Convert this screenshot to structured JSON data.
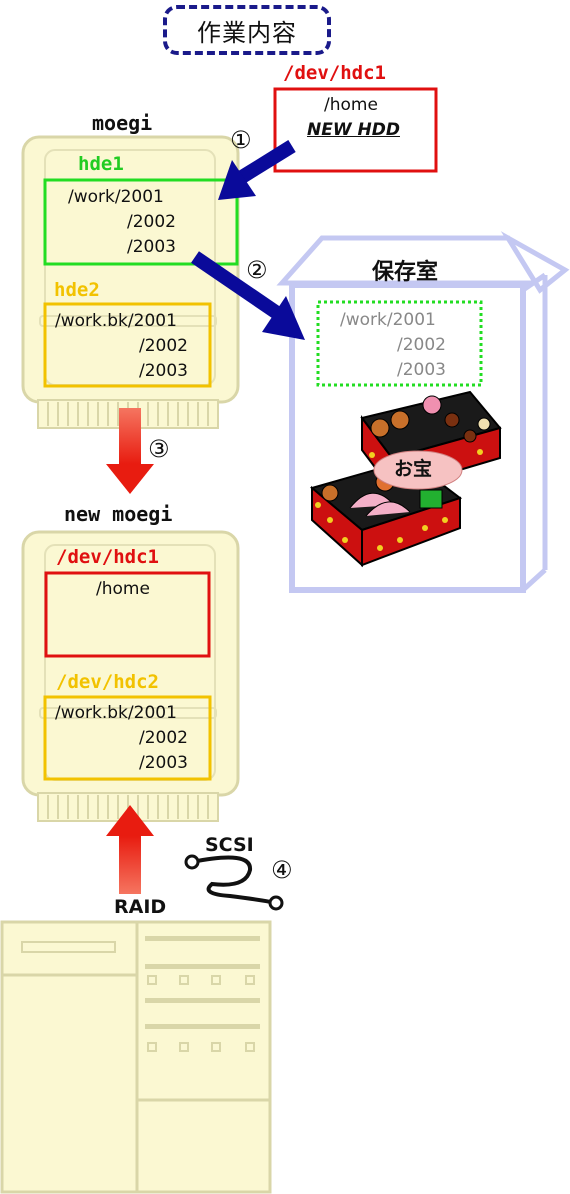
{
  "title": "作業内容",
  "new_hdd": {
    "device": "/dev/hdc1",
    "path": "/home",
    "label": "NEW HDD"
  },
  "moegi": {
    "name": "moegi",
    "hde1": {
      "label": "hde1",
      "lines": [
        "/work/2001",
        "/2002",
        "/2003"
      ]
    },
    "hde2": {
      "label": "hde2",
      "lines": [
        "/work.bk/2001",
        "/2002",
        "/2003"
      ]
    }
  },
  "storage": {
    "name": "保存室",
    "lines": [
      "/work/2001",
      "/2002",
      "/2003"
    ],
    "treasure": "お宝"
  },
  "new_moegi": {
    "name": "new moegi",
    "hdc1": {
      "label": "/dev/hdc1",
      "lines": [
        "/home"
      ]
    },
    "hdc2": {
      "label": "/dev/hdc2",
      "lines": [
        "/work.bk/2001",
        "/2002",
        "/2003"
      ]
    }
  },
  "steps": [
    "①",
    "②",
    "③",
    "④"
  ],
  "raid_label": "RAID",
  "scsi_label": "SCSI",
  "colors": {
    "red": "#e01010",
    "green": "#22cc22",
    "yellow": "#f2c200",
    "blue_arrow": "#0a0a9a",
    "server_fill": "#fbf8d2",
    "server_edge": "#d9d6a8",
    "storage_edge": "#c4c8f2"
  }
}
